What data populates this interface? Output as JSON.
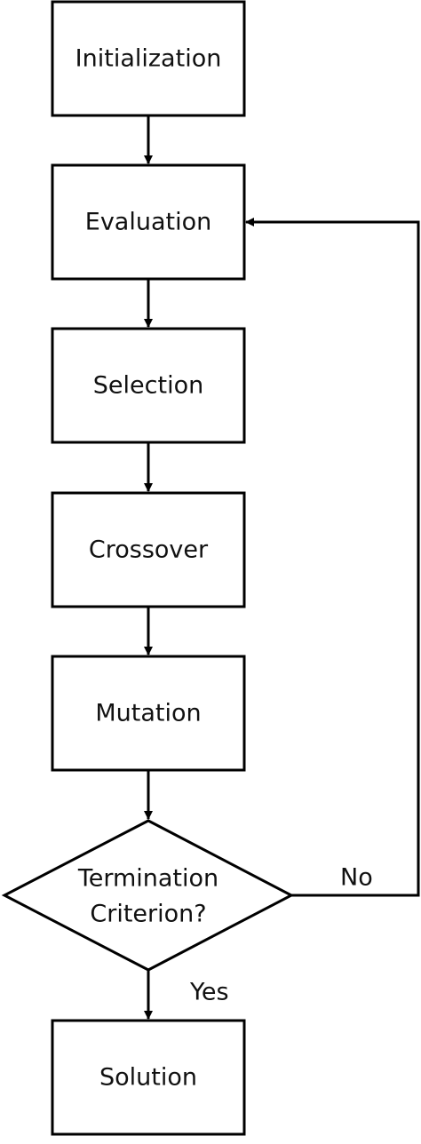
{
  "diagram": {
    "nodes": {
      "initialization": "Initialization",
      "evaluation": "Evaluation",
      "selection": "Selection",
      "crossover": "Crossover",
      "mutation": "Mutation",
      "termination_line1": "Termination",
      "termination_line2": "Criterion?",
      "solution": "Solution"
    },
    "edges": {
      "no_label": "No",
      "yes_label": "Yes"
    }
  }
}
